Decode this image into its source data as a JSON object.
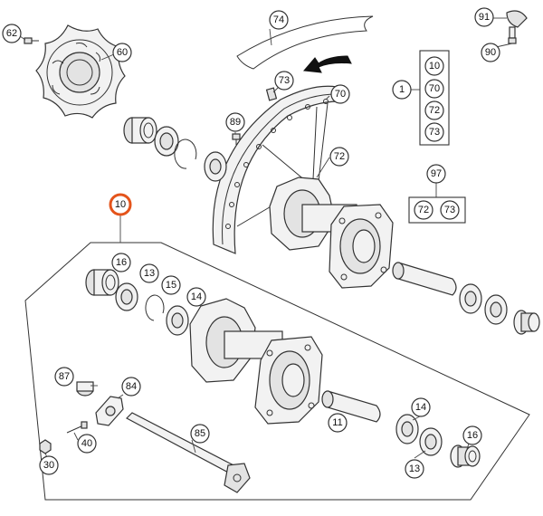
{
  "callouts": {
    "c62": "62",
    "c60": "60",
    "c74": "74",
    "c91": "91",
    "c90": "90",
    "c73a": "73",
    "c70": "70",
    "c89": "89",
    "c72": "72",
    "c10": "10",
    "c16a": "16",
    "c13a": "13",
    "c15": "15",
    "c14a": "14",
    "c87": "87",
    "c84": "84",
    "c85": "85",
    "c40": "40",
    "c30": "30",
    "c11": "11",
    "c14b": "14",
    "c16b": "16",
    "c13b": "13"
  },
  "kit_1": {
    "label": "1",
    "items": [
      "10",
      "70",
      "72",
      "73"
    ]
  },
  "kit_97": {
    "label": "97",
    "items": [
      "72",
      "73"
    ]
  },
  "highlight_color": "#e4541b"
}
